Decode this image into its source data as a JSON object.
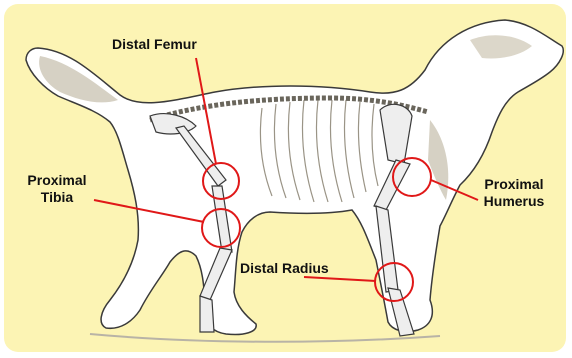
{
  "colors": {
    "background": "#fcf4b4",
    "marker": "#e01818",
    "fur_shade": "#c9c4b6",
    "bone": "#eeeeee",
    "outline": "#3a3a3a"
  },
  "labels": {
    "distal_femur": "Distal Femur",
    "proximal_tibia_line1": "Proximal",
    "proximal_tibia_line2": "Tibia",
    "proximal_humerus_line1": "Proximal",
    "proximal_humerus_line2": "Humerus",
    "distal_radius": "Distal Radius"
  },
  "illustration": {
    "subject": "dog-skeleton-illustration"
  }
}
